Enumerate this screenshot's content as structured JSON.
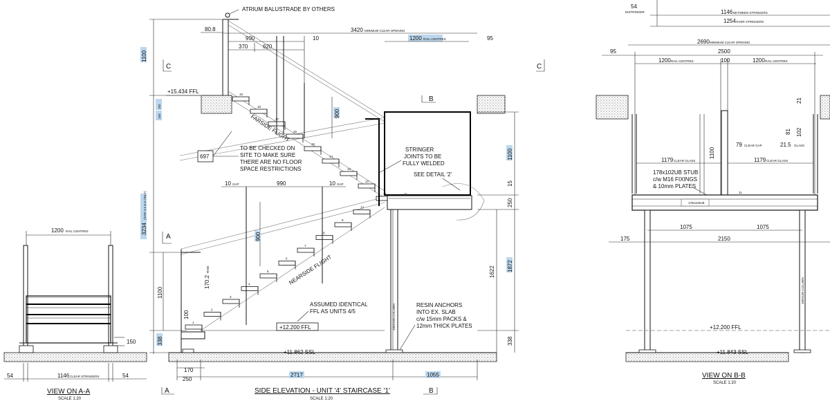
{
  "colors": {
    "line": "#111111",
    "highlight": "#bcd7ee",
    "background": "#ffffff"
  },
  "view_aa": {
    "title": "VIEW ON A-A",
    "scale": "SCALE 1:20",
    "dim_rail": "1200",
    "dim_rail_note": "RAIL CENTRES",
    "dim_clear": "1146",
    "dim_clear_note": "CLEAR STRINGERS",
    "dim_left": "54",
    "dim_right": "54",
    "dim_150": "150"
  },
  "side": {
    "title": "SIDE ELEVATION - UNIT '4' STAIRCASE '1'",
    "scale": "SCALE 1:20",
    "balustrade_note": "ATRIUM BALUSTRADE BY OTHERS",
    "dim_808": "80.8",
    "dim_990_top": "990",
    "dim_10_top": "10",
    "dim_370": "370",
    "dim_620": "620",
    "dim_3420": "3420",
    "dim_3420_note": "MINIMUM CLEAR OPENING",
    "dim_1200": "1200",
    "dim_1200_note": "RAIL CENTRES",
    "dim_95": "95",
    "ffl_top": "+15.434 FFL",
    "ffl_bottom": "+12.200 FFL",
    "ssl": "+11.862 SSL",
    "farside": "FARSIDE FLIGHT",
    "nearside": "NEARSIDE FLIGHT",
    "note_check": [
      "TO BE CHECKED ON",
      "SITE TO MAKE SURE",
      "THERE ARE NO FLOOR",
      "SPACE RESTRICTIONS"
    ],
    "box_697": "697",
    "note_stringer": [
      "STRINGER",
      "JOINTS TO BE",
      "FULLY WELDED"
    ],
    "note_detail": "SEE DETAIL '2'",
    "gap_10a": "10",
    "gap_990": "990",
    "gap_10b": "10",
    "gap_note": "GAP",
    "note_assumed": [
      "ASSUMED IDENTICAL",
      "FFL AS UNITS 4/5"
    ],
    "note_resin": [
      "RESIN ANCHORS",
      "INTO EX. SLAB",
      "c/w 15mm PACKS &",
      "12mm THICK PLATES"
    ],
    "dim_1100_left_top": "1100",
    "dim_3234": "3234",
    "dim_3234_note": "(SITE 4.5 & 6 ONLY)",
    "dim_1100_left_bot": "1100",
    "dim_338_left": "338",
    "dim_900_upper": "900",
    "dim_900_lower": "900",
    "dim_1702": "170.2",
    "dim_1702_note": "RISE",
    "dim_100": "100",
    "dim_1100_right": "1100",
    "dim_15": "15",
    "dim_250_right": "250",
    "dim_1622": "1622",
    "dim_1872": "1872",
    "dim_338_right": "338",
    "dim_182": "182",
    "dim_150_small": "150",
    "dim_170": "170",
    "dim_250_bottom": "250",
    "dim_2717": "2717",
    "dim_1055": "1055",
    "dim_11": "11",
    "column_label": "100X100 COLUMN",
    "section_a": "A",
    "section_b": "B",
    "section_c": "C",
    "step_numbers": [
      "1",
      "2",
      "3",
      "4",
      "5",
      "6",
      "7",
      "8",
      "9",
      "10",
      "11",
      "12",
      "13",
      "14",
      "15",
      "16",
      "17",
      "18",
      "19"
    ]
  },
  "view_bb": {
    "title": "VIEW ON B-B",
    "scale": "SCALE 1:20",
    "dim_54": "54",
    "dim_54_note": "DISTRINGER",
    "dim_1146": "1146",
    "dim_1146_note": "BETWEEN STRINGERS",
    "dim_1254": "1254",
    "dim_1254_note": "OVER STRINGERS",
    "dim_2690": "2690",
    "dim_2690_note": "MINIMUM CLEAR OPENING",
    "dim_95": "95",
    "dim_2500": "2500",
    "dim_1200a": "1200",
    "dim_1200b": "1200",
    "rail_note": "RAIL CENTRES",
    "dim_100": "100",
    "dim_1100": "1100",
    "dim_79": "79",
    "clear_gap_note": "CLEAR GAP",
    "dim_215": "21.5",
    "glass_note": "GLASS",
    "dim_1179a": "1179",
    "dim_1179b": "1179",
    "clear_glass_note": "CLEAR GLASS",
    "dim_21": "21",
    "dim_81": "81",
    "dim_102": "102",
    "note_stub": [
      "178x102UB STUB",
      "c/w M16 FIXINGS",
      "& 10mm PLATES"
    ],
    "stub_label": "178x102UB",
    "dim_1075a": "1075",
    "dim_1075b": "1075",
    "dim_175": "175",
    "dim_2150": "2150",
    "ffl": "+12.200 FFL",
    "ssl": "+11.843 SSL",
    "dim_11": "11",
    "column_label": "100X100 COLUMN"
  }
}
